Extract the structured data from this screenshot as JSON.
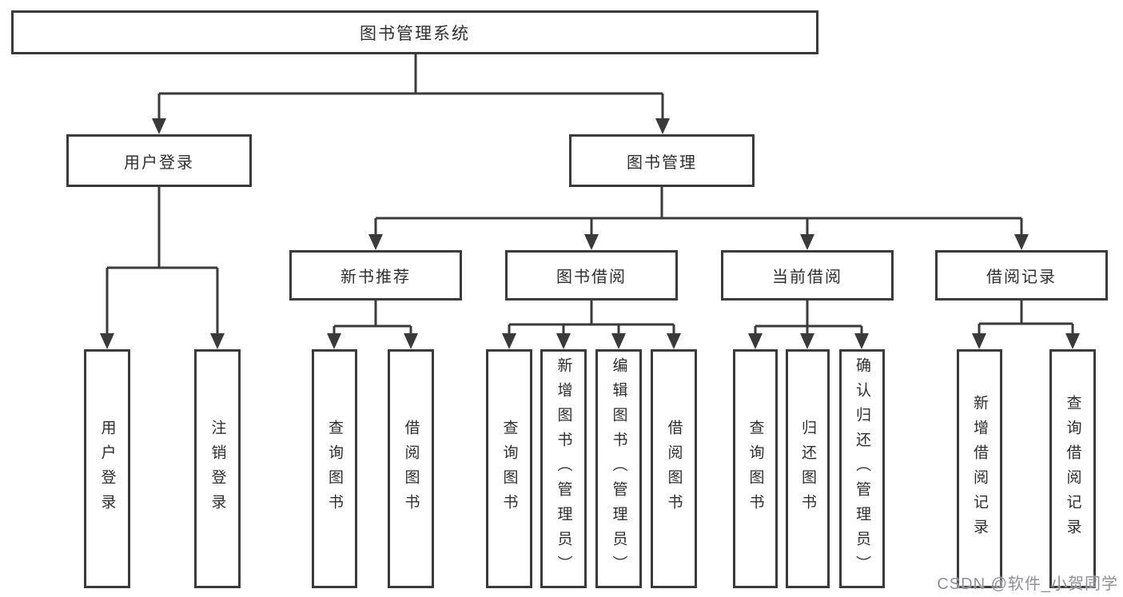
{
  "nodes": {
    "root": "图书管理系统",
    "user_login": "用户登录",
    "book_mgmt": "图书管理",
    "new_book_rec": "新书推荐",
    "book_borrow": "图书借阅",
    "current_borrow": "当前借阅",
    "borrow_record": "借阅记录",
    "leaves": [
      "用户登录",
      "注销登录",
      "查询图书",
      "借阅图书",
      "查询图书",
      "新增图书（管理员）",
      "编辑图书（管理员）",
      "借阅图书",
      "查询图书",
      "归还图书",
      "确认归还（管理员）",
      "新增借阅记录",
      "查询借阅记录"
    ]
  },
  "watermark": "CSDN @软件_小贺同学",
  "colors": {
    "line": "#3a3a3a",
    "border": "#3a3a3a",
    "text": "#2e2e2e",
    "watermark": "#8f8f94",
    "background": "#ffffff"
  }
}
